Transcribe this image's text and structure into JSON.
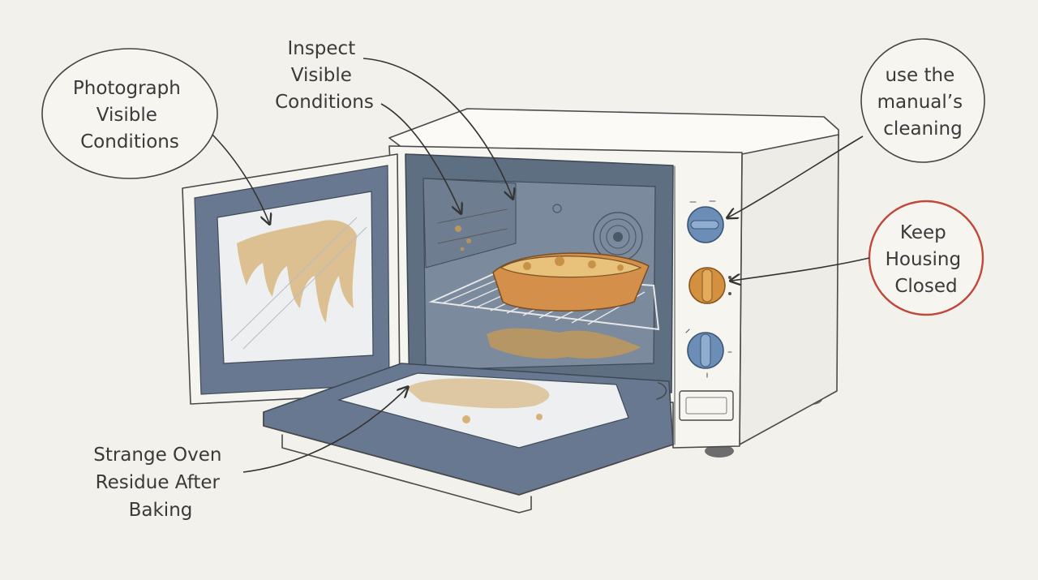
{
  "annotations": {
    "photograph": {
      "lines": [
        "Photograph",
        "Visible",
        "Conditions"
      ]
    },
    "inspect": {
      "lines": [
        "Inspect",
        "Visible",
        "Conditions"
      ]
    },
    "manual": {
      "lines": [
        "use the",
        "manual’s",
        "cleaning"
      ]
    },
    "housing": {
      "lines": [
        "Keep",
        "Housing",
        "Closed"
      ]
    },
    "residue": {
      "lines": [
        "Strange Oven",
        "Residue After",
        "Baking"
      ]
    }
  },
  "colors": {
    "background": "#f3f1ec",
    "oven_body": "#f7f5f0",
    "oven_interior": "#5f6f82",
    "glass": "#eeeff0",
    "knob_blue": "#6b8db6",
    "knob_orange": "#d3913f",
    "dish": "#d4904a",
    "residue": "#c99a52",
    "highlight_ring": "#c0473a"
  }
}
